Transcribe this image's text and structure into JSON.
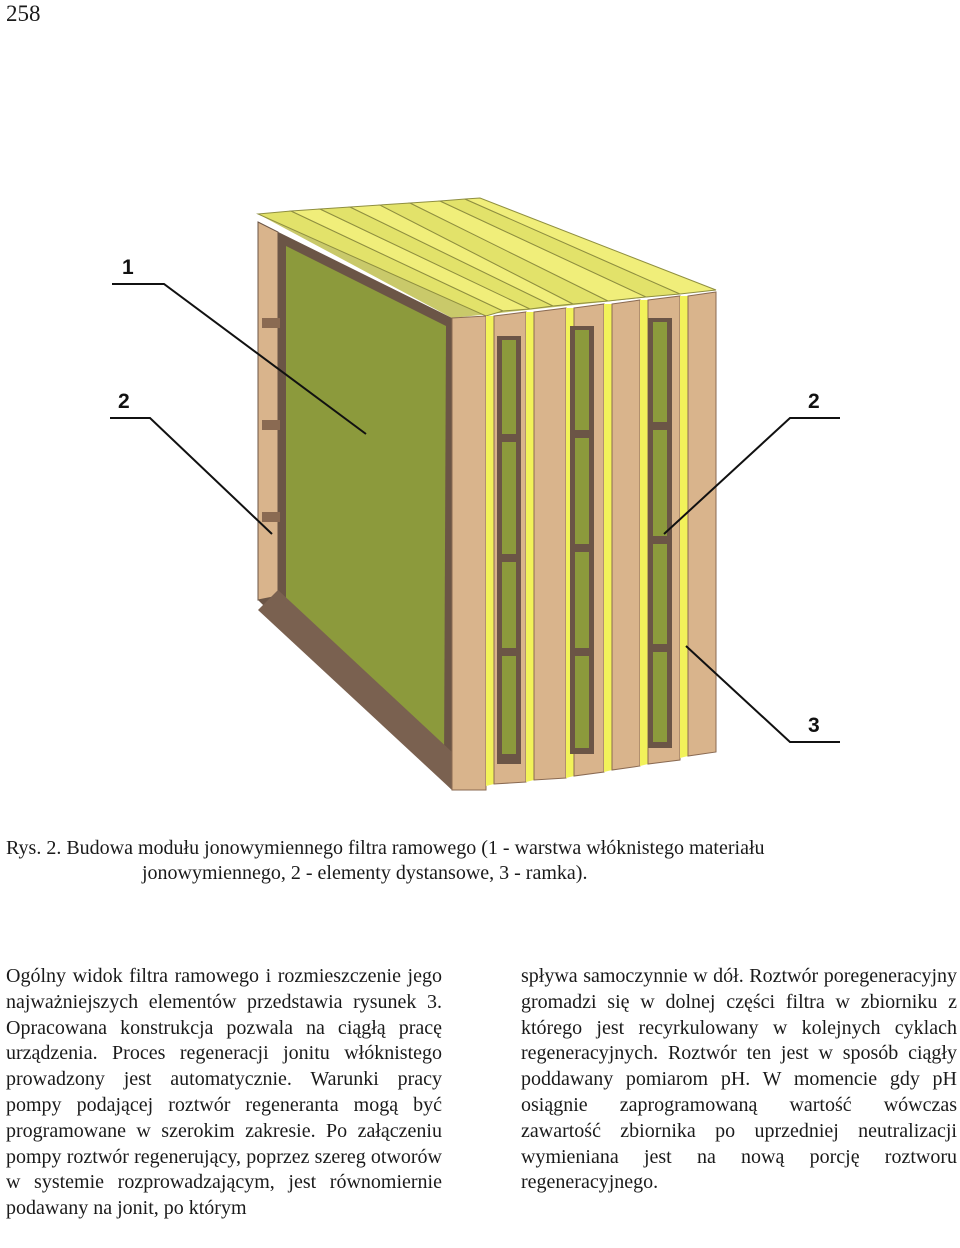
{
  "page_number": "258",
  "figure": {
    "labels": {
      "fiber_layer": "1",
      "spacer_left": "2",
      "spacer_right": "2",
      "frame": "3"
    },
    "colors": {
      "fiber_layer": "#8c9a3c",
      "frame": "#d9b48c",
      "frame_dark": "#6b5546",
      "spacer": "#e6e65c"
    }
  },
  "caption": {
    "line1": "Rys. 2. Budowa modułu jonowymiennego filtra ramowego (1 - warstwa włóknistego materiału",
    "line2": "jonowymiennego, 2 - elementy dystansowe, 3 - ramka)."
  },
  "body": {
    "left_paragraph": "Ogólny widok filtra ramowego i rozmieszczenie jego najważniejszych elementów przedstawia rysunek 3. Opracowana konstrukcja pozwala na ciągłą pracę urządzenia. Proces regeneracji jonitu włóknistego prowadzony jest automatycznie. Warunki pracy pompy podającej roztwór regeneranta mogą być programowane w szerokim zakresie. Po załączeniu pompy roztwór regenerujący, poprzez szereg otworów w systemie rozprowadzającym, jest równomiernie podawany na jonit, po którym",
    "right_paragraph": "spływa samoczynnie w dół. Roztwór poregeneracyjny gromadzi się w dolnej części filtra w zbiorniku z którego jest recyrkulowany w kolejnych cyklach regeneracyjnych. Roztwór ten jest w sposób ciągły poddawany pomiarom pH. W momencie gdy pH osiągnie zaprogramowaną wartość wówczas zawartość zbiornika po uprzedniej neutralizacji wymieniana jest na nową porcję roztworu regeneracyjnego."
  }
}
